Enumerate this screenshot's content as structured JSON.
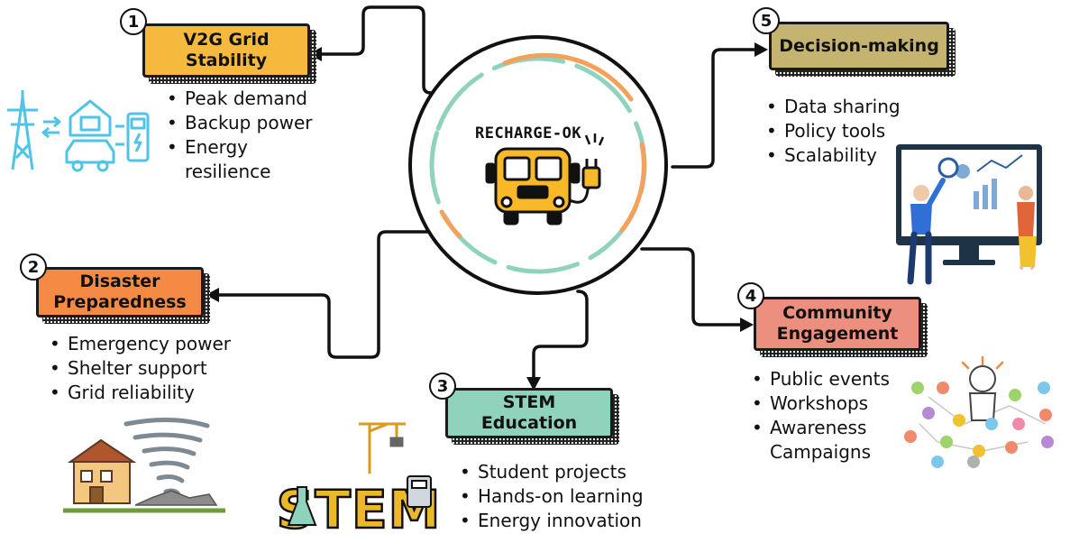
{
  "center": {
    "brand": "RECHARGE-OK"
  },
  "nodes": [
    {
      "number": "1",
      "title_lines": [
        "V2G Grid",
        "Stability"
      ],
      "color": "#f5b93d",
      "bullets": [
        "Peak demand",
        "Backup power",
        "Energy",
        "resilience"
      ]
    },
    {
      "number": "2",
      "title_lines": [
        "Disaster",
        "Preparedness"
      ],
      "color": "#f58a45",
      "bullets": [
        "Emergency power",
        "Shelter support",
        "Grid reliability"
      ]
    },
    {
      "number": "3",
      "title_lines": [
        "STEM",
        "Education"
      ],
      "color": "#8fd3bd",
      "bullets": [
        "Student projects",
        "Hands-on learning",
        "Energy innovation"
      ]
    },
    {
      "number": "4",
      "title_lines": [
        "Community",
        "Engagement"
      ],
      "color": "#ec8f7e",
      "bullets": [
        "Public events",
        "Workshops",
        "Awareness",
        "Campaigns"
      ]
    },
    {
      "number": "5",
      "title_lines": [
        "Decision-making"
      ],
      "color": "#c4b46f",
      "bullets": [
        "Data sharing",
        "Policy tools",
        "Scalability"
      ]
    }
  ],
  "illustrations": {
    "stem_word": "STEM"
  },
  "icons": [
    "power-tower-icon",
    "house-icon",
    "car-icon",
    "charger-icon",
    "tornado-icon",
    "crane-icon",
    "network-people-icon",
    "monitor-analysts-icon",
    "school-bus-icon",
    "plug-icon"
  ]
}
